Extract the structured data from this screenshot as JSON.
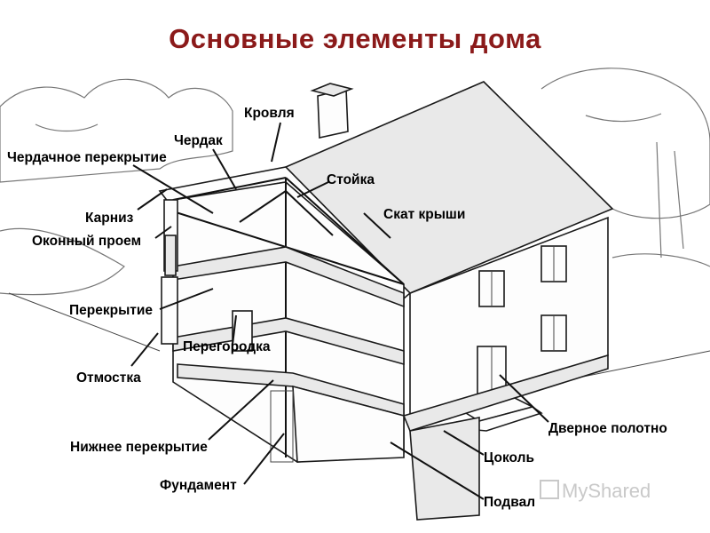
{
  "title": "Основные элементы дома",
  "colors": {
    "title": "#8b1a1a",
    "ink": "#111111",
    "paper": "#ffffff"
  },
  "labels": {
    "krovlya": "Кровля",
    "cherdak": "Чердак",
    "cherdachnoe_perekrytie": "Чердачное перекрытие",
    "stoyka": "Стойка",
    "karniz": "Карниз",
    "skat_kryshi": "Скат крыши",
    "okonny_proem": "Оконный проем",
    "perekrytie": "Перекрытие",
    "peregorodka": "Перегородка",
    "otmostka": "Отмостка",
    "dvernoe_polotno": "Дверное полотно",
    "nizhnee_perekrytie": "Нижнее перекрытие",
    "tsokol": "Цоколь",
    "fundament": "Фундамент",
    "podval": "Подвал"
  },
  "watermark": "MyShared"
}
